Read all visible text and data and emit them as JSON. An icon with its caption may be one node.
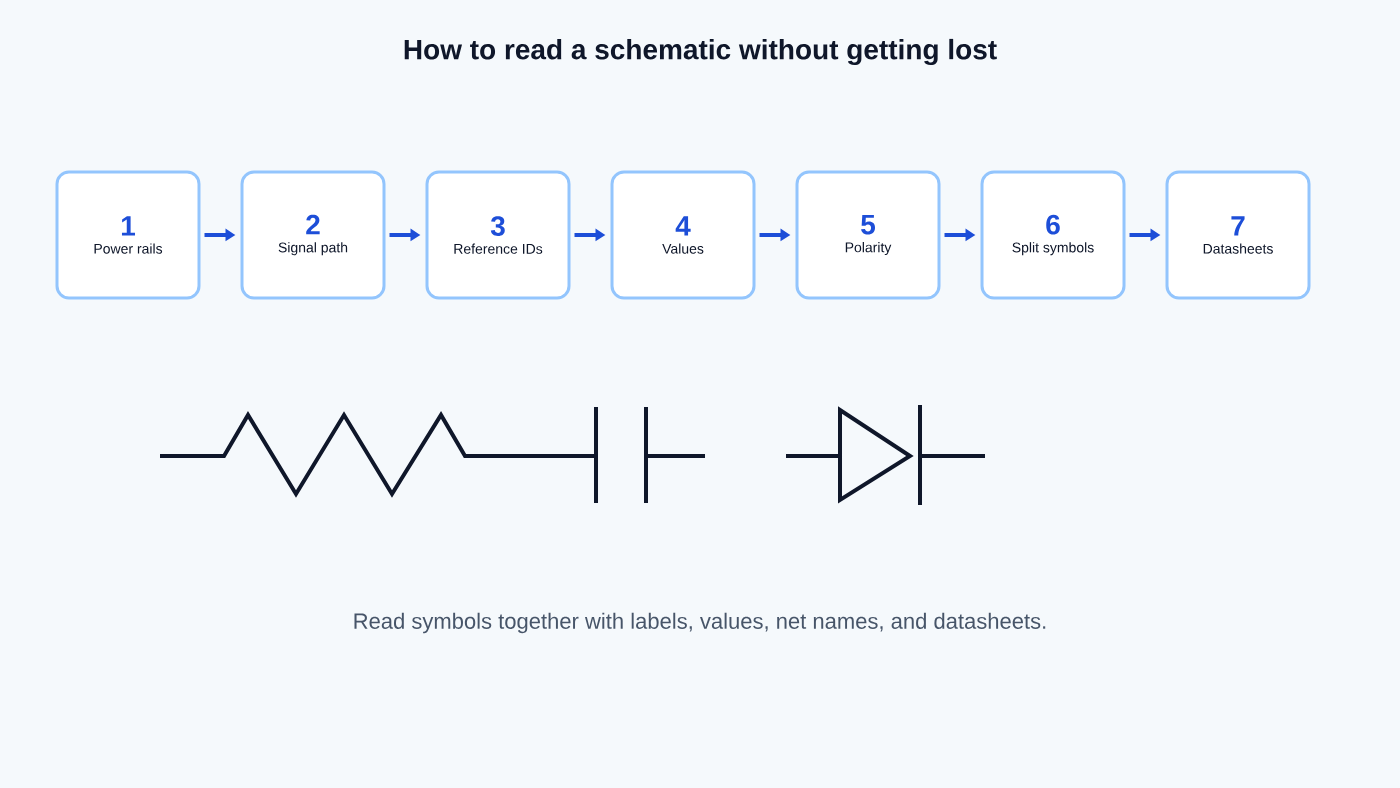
{
  "diagram": {
    "title": "How to read a schematic without getting lost",
    "nodes": [
      {
        "text": [
          "1",
          "Power rails"
        ]
      },
      {
        "text": [
          "2",
          "Signal path"
        ]
      },
      {
        "text": [
          "3",
          "Reference IDs"
        ]
      },
      {
        "text": [
          "4",
          "Values"
        ]
      },
      {
        "text": [
          "5",
          "Polarity"
        ]
      },
      {
        "text": [
          "6",
          "Split symbols"
        ]
      },
      {
        "text": [
          "7",
          "Datasheets"
        ]
      }
    ],
    "edges": [
      {
        "from": 0,
        "to": 1,
        "arrow": "to"
      },
      {
        "from": 1,
        "to": 2,
        "arrow": "to"
      },
      {
        "from": 2,
        "to": 3,
        "arrow": "to"
      },
      {
        "from": 3,
        "to": 4,
        "arrow": "to"
      },
      {
        "from": 4,
        "to": 5,
        "arrow": "to"
      },
      {
        "from": 5,
        "to": 6,
        "arrow": "to"
      }
    ],
    "caption": "Read symbols together with labels, values, net names, and datasheets."
  }
}
